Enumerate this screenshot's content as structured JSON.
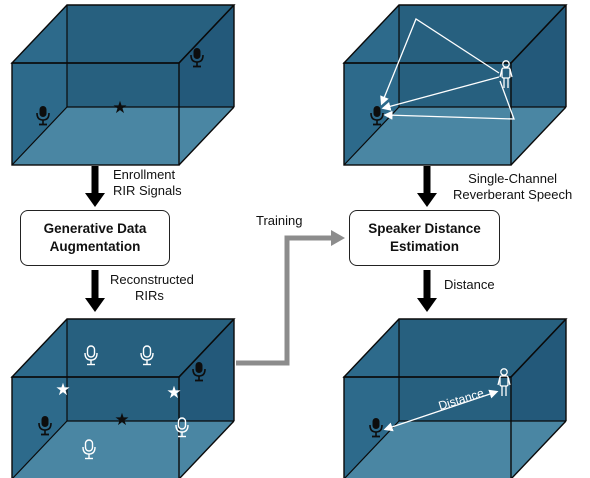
{
  "left_column": {
    "arrow1_label_line1": "Enrollment",
    "arrow1_label_line2": "RIR Signals",
    "box_line1": "Generative Data",
    "box_line2": "Augmentation",
    "arrow2_label_line1": "Reconstructed",
    "arrow2_label_line2": "RIRs"
  },
  "training_label": "Training",
  "right_column": {
    "arrow1_label_line1": "Single-Channel",
    "arrow1_label_line2": "Reverberant Speech",
    "box_line1": "Speaker Distance",
    "box_line2": "Estimation",
    "arrow2_label": "Distance",
    "distance_label": "Distance"
  },
  "colors": {
    "room_dark": "#1e4f6b",
    "room_back": "#27607f",
    "room_side": "#2d6a8b",
    "room_floor": "#4a86a3",
    "arrow_black": "#000000",
    "arrow_gray": "#8c8c8c"
  }
}
